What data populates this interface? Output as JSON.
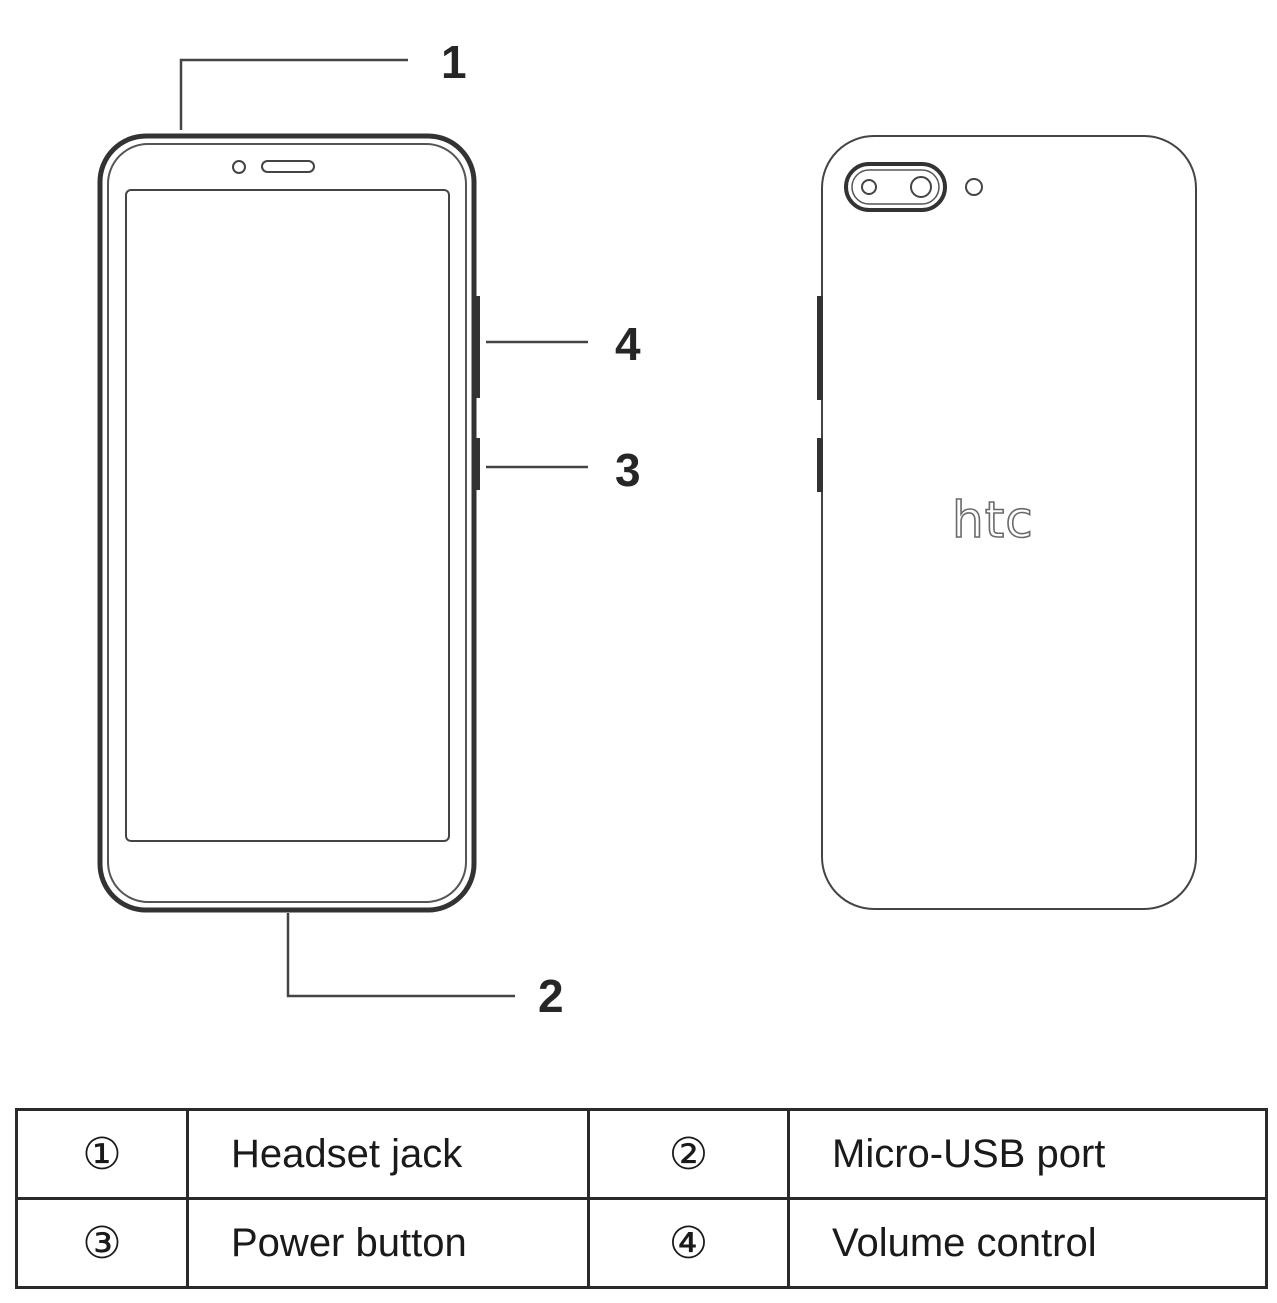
{
  "callouts": {
    "c1": "1",
    "c2": "2",
    "c3": "3",
    "c4": "4"
  },
  "back_logo": "htc",
  "legend": {
    "rows": [
      [
        {
          "num": "①",
          "label": "Headset jack"
        },
        {
          "num": "②",
          "label": "Micro-USB port"
        }
      ],
      [
        {
          "num": "③",
          "label": "Power button"
        },
        {
          "num": "④",
          "label": "Volume control"
        }
      ]
    ]
  }
}
